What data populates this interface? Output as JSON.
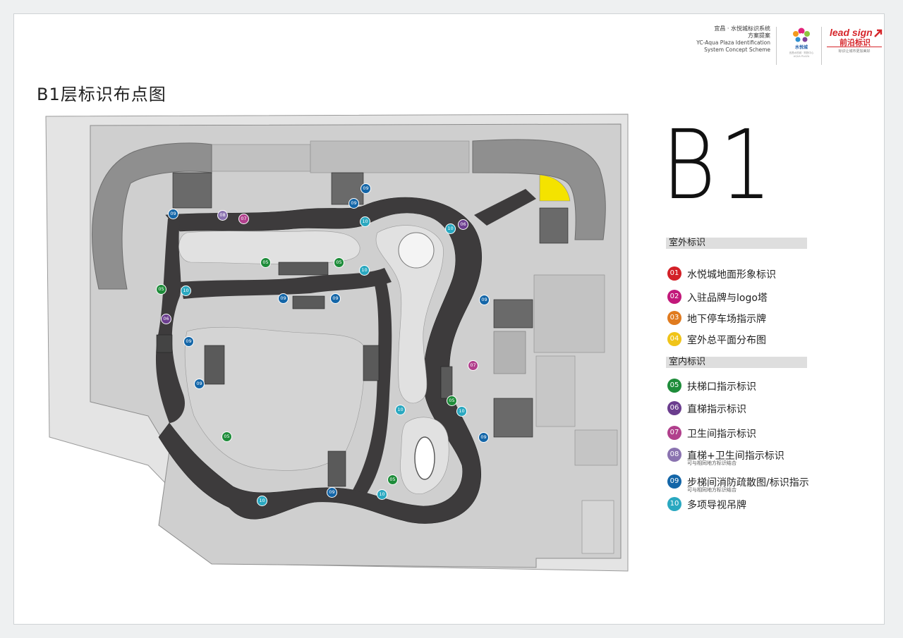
{
  "header": {
    "project_cn": "宜昌 · 水悦城标识系统",
    "scheme_cn": "方案提案",
    "project_en_1": "YC-Aqua Plaza Identification",
    "project_en_2": "System Concept Scheme",
    "brand_logo_caption": "水悦城",
    "brand_logo_subcaption": "宜昌水悦城 · 购物中心 AQUA PLAZA",
    "company_name_en": "lead sign",
    "company_name_cn": "前沿标识",
    "company_tagline": "标识让城市更加美好"
  },
  "page_title": "B1层标识布点图",
  "level_label": "B1",
  "legend": {
    "outdoor_heading": "室外标识",
    "indoor_heading": "室内标识",
    "outdoor_items": [
      {
        "code": "01",
        "label": "水悦城地面形象标识",
        "color": "#d32027"
      },
      {
        "code": "02",
        "label": "入驻品牌与logo塔",
        "color": "#c2187a"
      },
      {
        "code": "03",
        "label": "地下停车场指示牌",
        "color": "#e07b1f"
      },
      {
        "code": "04",
        "label": "室外总平面分布图",
        "color": "#f0c419"
      }
    ],
    "indoor_items": [
      {
        "code": "05",
        "label": "扶梯口指示标识",
        "note": "",
        "color": "#1e8c3a"
      },
      {
        "code": "06",
        "label": "直梯指示标识",
        "note": "",
        "color": "#6b3d8e"
      },
      {
        "code": "07",
        "label": "卫生间指示标识",
        "note": "",
        "color": "#b13f8c"
      },
      {
        "code": "08",
        "label": "直梯+卫生间指示标识",
        "note": "可与相同地方标识结合",
        "color": "#8a73b0"
      },
      {
        "code": "09",
        "label": "步梯间消防疏散图/标识指示",
        "note": "可与相同地方标识结合",
        "color": "#1466a8"
      },
      {
        "code": "10",
        "label": "多项导视吊牌",
        "note": "",
        "color": "#2aa8c0"
      }
    ]
  },
  "map_markers": [
    {
      "code": "09",
      "color": "#1466a8"
    },
    {
      "code": "09",
      "color": "#1466a8"
    },
    {
      "code": "09",
      "color": "#1466a8"
    },
    {
      "code": "08",
      "color": "#8a73b0"
    },
    {
      "code": "07",
      "color": "#b13f8c"
    },
    {
      "code": "10",
      "color": "#2aa8c0"
    },
    {
      "code": "10",
      "color": "#2aa8c0"
    },
    {
      "code": "06",
      "color": "#6b3d8e"
    },
    {
      "code": "05",
      "color": "#1e8c3a"
    },
    {
      "code": "05",
      "color": "#1e8c3a"
    },
    {
      "code": "10",
      "color": "#2aa8c0"
    },
    {
      "code": "05",
      "color": "#1e8c3a"
    },
    {
      "code": "10",
      "color": "#2aa8c0"
    },
    {
      "code": "09",
      "color": "#1466a8"
    },
    {
      "code": "09",
      "color": "#1466a8"
    },
    {
      "code": "09",
      "color": "#1466a8"
    },
    {
      "code": "06",
      "color": "#6b3d8e"
    },
    {
      "code": "09",
      "color": "#1466a8"
    },
    {
      "code": "09",
      "color": "#1466a8"
    },
    {
      "code": "07",
      "color": "#b13f8c"
    },
    {
      "code": "05",
      "color": "#1e8c3a"
    },
    {
      "code": "10",
      "color": "#2aa8c0"
    },
    {
      "code": "10",
      "color": "#2aa8c0"
    },
    {
      "code": "09",
      "color": "#1466a8"
    },
    {
      "code": "05",
      "color": "#1e8c3a"
    },
    {
      "code": "05",
      "color": "#1e8c3a"
    },
    {
      "code": "10",
      "color": "#2aa8c0"
    },
    {
      "code": "09",
      "color": "#1466a8"
    },
    {
      "code": "10",
      "color": "#2aa8c0"
    }
  ],
  "colors": {
    "corridor": "#3d3b3c",
    "floor": "#c9c9c9",
    "outer_ground": "#dcdcdc",
    "highlight": "#f4e300"
  }
}
